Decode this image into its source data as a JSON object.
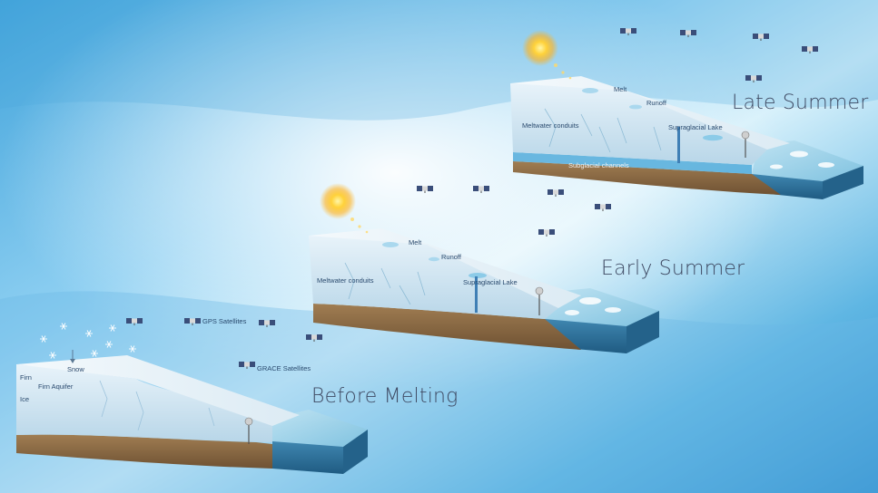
{
  "stages": {
    "before": {
      "title": "Before Melting",
      "labels": {
        "firn": "Firn",
        "firn_aquifer": "Firn Aquifer",
        "ice": "Ice",
        "snow": "Snow"
      }
    },
    "early": {
      "title": "Early Summer",
      "labels": {
        "melt": "Melt",
        "runoff": "Runoff",
        "meltwater_conduits": "Meltwater conduits",
        "supraglacial_lake": "Supraglacial Lake"
      }
    },
    "late": {
      "title": "Late Summer",
      "labels": {
        "melt": "Melt",
        "runoff": "Runoff",
        "meltwater_conduits": "Meltwater conduits",
        "supraglacial_lake": "Supraglacial Lake",
        "subglacial_channels": "Subglacial channels"
      }
    }
  },
  "satellites": {
    "gps": "GPS Satellites",
    "grace": "GRACE Satellites"
  },
  "colors": {
    "ice_top": "#eef6fb",
    "ice_side": "#cfe6f3",
    "bedrock": "#8b6b45",
    "ocean": "#2d6f97",
    "title": "#3f4a63"
  }
}
